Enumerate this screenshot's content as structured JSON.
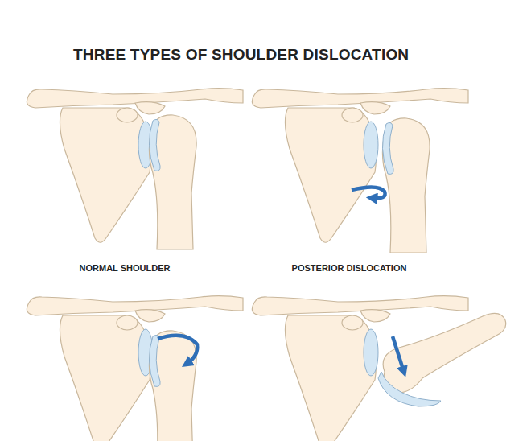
{
  "diagram": {
    "title": "THREE TYPES OF SHOULDER DISLOCATION",
    "labels": [
      "NORMAL SHOULDER",
      "POSTERIOR DISLOCATION"
    ]
  }
}
